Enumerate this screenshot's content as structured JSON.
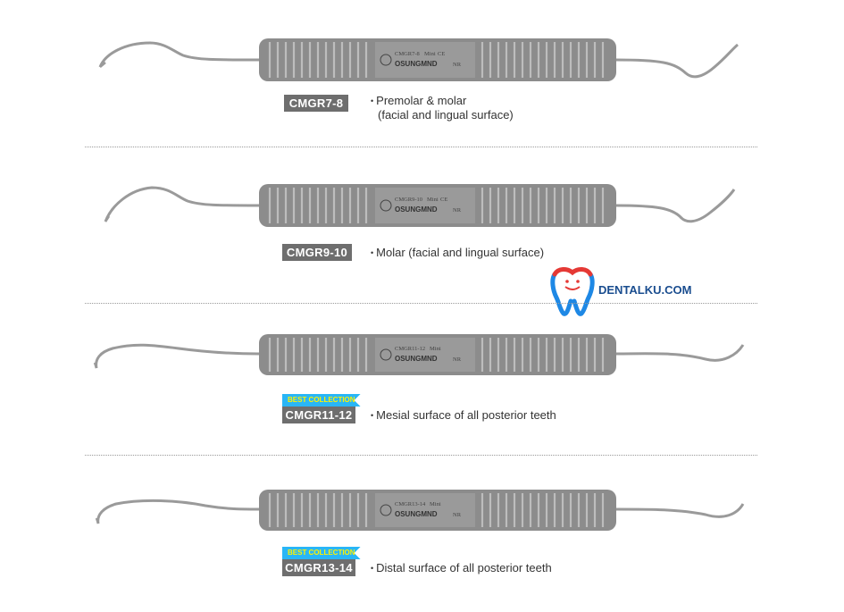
{
  "instruments": [
    {
      "code": "CMGR7-8",
      "handle_model": "CMGR7-8",
      "handle_sub": "Mini",
      "brand": "OSUNGMND",
      "mark": "NR",
      "ce": "CE",
      "desc_lines": [
        "Premolar & molar",
        "(facial and lingual surface)"
      ],
      "best_collection": ""
    },
    {
      "code": "CMGR9-10",
      "handle_model": "CMGR9-10",
      "handle_sub": "Mini",
      "brand": "OSUNGMND",
      "mark": "NR",
      "ce": "CE",
      "desc_lines": [
        "Molar (facial and lingual surface)"
      ],
      "best_collection": ""
    },
    {
      "code": "CMGR11-12",
      "handle_model": "CMGR11-12",
      "handle_sub": "Mini",
      "brand": "OSUNGMND",
      "mark": "NR",
      "ce": "",
      "desc_lines": [
        "Mesial surface of all posterior teeth"
      ],
      "best_collection": "BEST COLLECTION"
    },
    {
      "code": "CMGR13-14",
      "handle_model": "CMGR13-14",
      "handle_sub": "Mini",
      "brand": "OSUNGMND",
      "mark": "NR",
      "ce": "",
      "desc_lines": [
        "Distal surface of all posterior teeth"
      ],
      "best_collection": "BEST COLLECTION"
    }
  ],
  "watermark": {
    "text": "DENTALKU.COM",
    "colors": {
      "tooth_left": "#e53935",
      "tooth_right": "#1e88e5"
    }
  },
  "colors": {
    "label_bg": "#6e6e6e",
    "handle": "#8c8c8c",
    "badge_bg": "#29b6f6",
    "badge_text": "#fff200"
  }
}
